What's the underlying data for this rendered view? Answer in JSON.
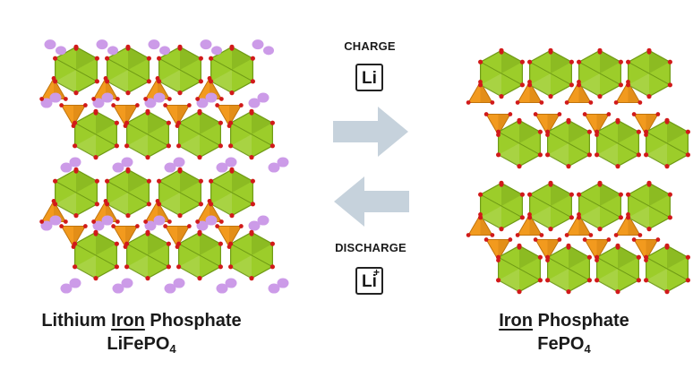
{
  "left_structure": {
    "name_pre": "Lithium ",
    "name_underlined": "Iron",
    "name_post": " Phosphate",
    "formula_main": "LiFePO",
    "formula_sub": "4"
  },
  "right_structure": {
    "name_underlined": "Iron",
    "name_post": " Phosphate",
    "formula_main": "FePO",
    "formula_sub": "4"
  },
  "process": {
    "charge_label": "CHARGE",
    "discharge_label": "DISCHARGE",
    "li_symbol": "Li",
    "li_ion_charge": "+"
  },
  "colors": {
    "octahedron": "#9ccd2a",
    "octahedron_dark": "#6f9a15",
    "tetrahedron": "#f29a1e",
    "tetrahedron_dark": "#c0730c",
    "lithium_ion": "#cc9be8",
    "oxygen": "#d11a1a",
    "arrow": "#c6d2dc"
  }
}
